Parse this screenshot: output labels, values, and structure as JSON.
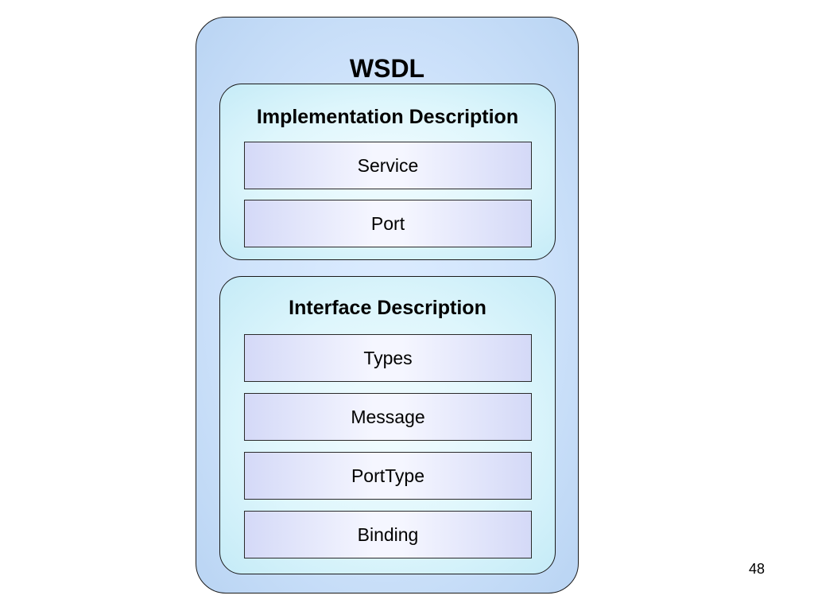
{
  "diagram": {
    "title": "WSDL",
    "implementation": {
      "title": "Implementation Description",
      "items": [
        "Service",
        "Port"
      ]
    },
    "interface": {
      "title": "Interface Description",
      "items": [
        "Types",
        "Message",
        "PortType",
        "Binding"
      ]
    }
  },
  "page_number": "48"
}
